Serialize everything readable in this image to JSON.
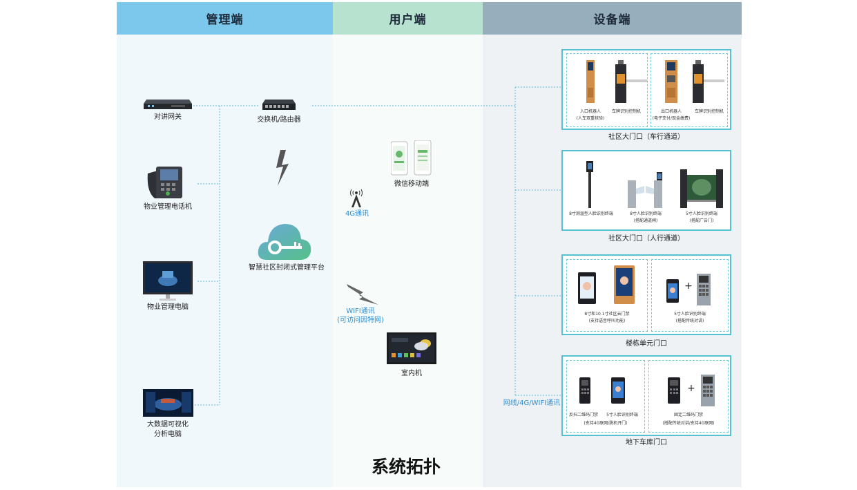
{
  "headers": {
    "admin": "管理端",
    "user": "用户端",
    "device": "设备端"
  },
  "admin_devices": {
    "gateway": "对讲网关",
    "switch": "交换机/路由器",
    "phone": "物业管理电话机",
    "pc": "物业管理电脑",
    "bigdata_line1": "大数据可视化",
    "bigdata_line2": "分析电脑",
    "platform": "智慧社区封闭式管理平台"
  },
  "user_side": {
    "wechat": "微信移动端",
    "comm_4g": "4G通讯",
    "wifi_line1": "WIFI通讯",
    "wifi_line2": "(可访问因特网)",
    "indoor": "室内机"
  },
  "network_label": "网线/4G/WIFI通讯",
  "device_groups": [
    {
      "title": "社区大门口（车行通道）",
      "items": [
        {
          "l1": "入口机器人",
          "l2": "(人车双重核验)"
        },
        {
          "l1": "车牌识别控制机",
          "l2": ""
        },
        {
          "l1": "出口机器人",
          "l2": "(电子支付/现金缴费)"
        },
        {
          "l1": "车牌识别控制机",
          "l2": ""
        }
      ]
    },
    {
      "title": "社区大门口（人行通道）",
      "items": [
        {
          "l1": "8寸测温型人脸识别终端",
          "l2": ""
        },
        {
          "l1": "8寸人脸识别终端",
          "l2": "(搭配通道闸)"
        },
        {
          "l1": "5寸人脸识别终端",
          "l2": "(搭配广告门)"
        }
      ]
    },
    {
      "title": "楼栋单元门口",
      "items": [
        {
          "l1": "8寸和10.1寸社区云门禁",
          "l2": "(支持语音呼叫功能)"
        },
        {
          "l1": "5寸人脸识别终端",
          "l2": "(搭配传统对讲)"
        }
      ],
      "plus": "+"
    },
    {
      "title": "地下车库门口",
      "items": [
        {
          "l1": "反扫二维码门禁",
          "l2": "(支持4G联网/脱机开门)"
        },
        {
          "l1": "5寸人脸识别终端",
          "l2": ""
        },
        {
          "l1": "固定二维码门禁",
          "l2": "(搭配传统对讲/支持4G联网)"
        }
      ],
      "plus": "+"
    }
  ],
  "footer_title": "系统拓扑",
  "colors": {
    "admin": "#7cc7ec",
    "user": "#b6e2cf",
    "device": "#97afbd",
    "panel": "#55c1d2",
    "link": "#5fb5df"
  }
}
